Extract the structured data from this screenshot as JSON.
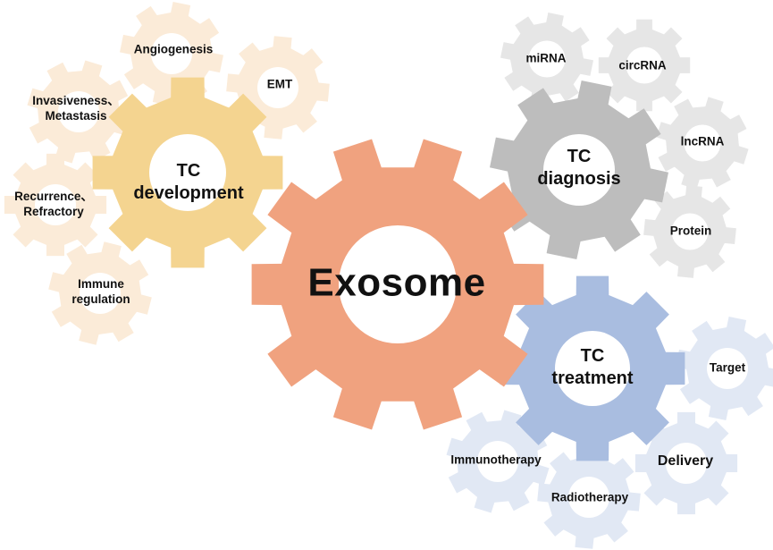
{
  "palette": {
    "exosome": "#f0a27f",
    "development": "#f4d490",
    "development_small": "#fbebd8",
    "diagnosis": "#bdbdbd",
    "diagnosis_small": "#e6e6e6",
    "treatment": "#a9bde0",
    "treatment_small": "#e1e8f4"
  },
  "nodes": {
    "exosome": {
      "label": "Exosome"
    },
    "tc_development": {
      "line1": "TC",
      "line2": "development"
    },
    "tc_diagnosis": {
      "line1": "TC",
      "line2": "diagnosis"
    },
    "tc_treatment": {
      "line1": "TC",
      "line2": "treatment"
    },
    "angiogenesis": {
      "label": "Angiogenesis"
    },
    "emt": {
      "label": "EMT"
    },
    "invasiveness": {
      "line1": "Invasiveness、",
      "line2": "Metastasis"
    },
    "recurrence": {
      "line1": "Recurrence、",
      "line2": "Refractory"
    },
    "immune_regulation": {
      "line1": "Immune",
      "line2": "regulation"
    },
    "mirna": {
      "label": "miRNA"
    },
    "circrna": {
      "label": "circRNA"
    },
    "lncrna": {
      "label": "lncRNA"
    },
    "protein": {
      "label": "Protein"
    },
    "target": {
      "label": "Target"
    },
    "delivery": {
      "label": "Delivery"
    },
    "immunotherapy": {
      "label": "Immunotherapy"
    },
    "radiotherapy": {
      "label": "Radiotherapy"
    }
  }
}
